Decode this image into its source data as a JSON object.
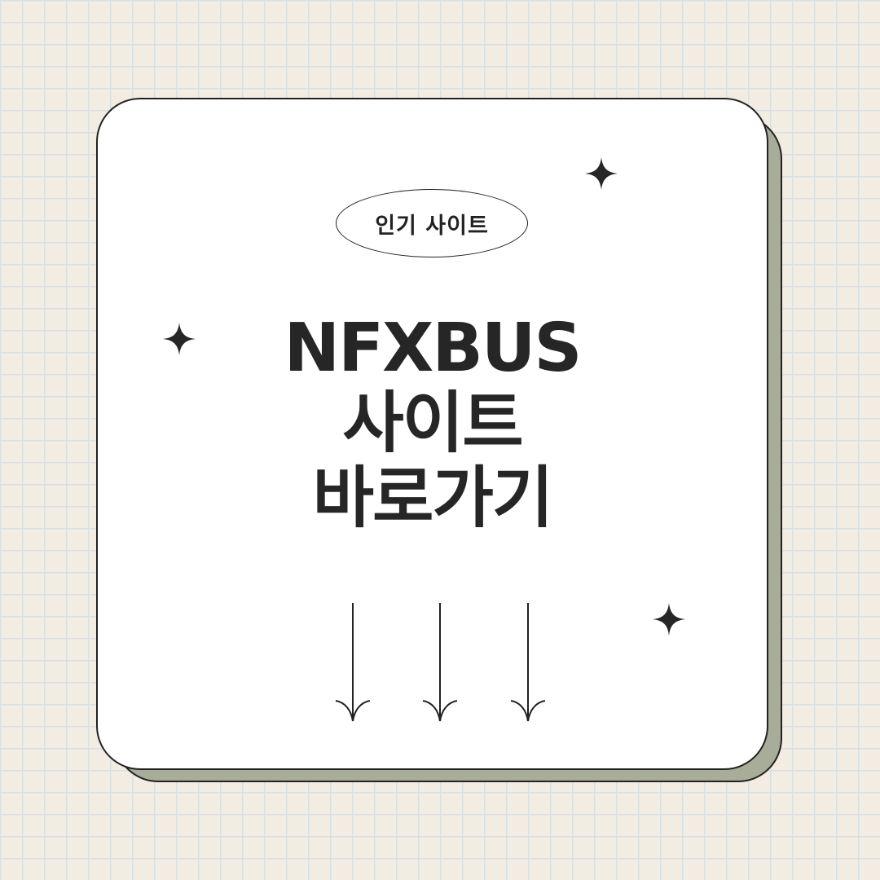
{
  "badge": {
    "label": "인기 사이트"
  },
  "headline": {
    "line1": "NFXBUS",
    "line2": "사이트",
    "line3": "바로가기"
  },
  "decorations": {
    "icons": [
      "sparkle-icon",
      "sparkle-icon",
      "sparkle-icon",
      "arrow-down-icon",
      "arrow-down-icon",
      "arrow-down-icon"
    ],
    "colors": {
      "background": "#f3ece3",
      "grid": "#d8e0e3",
      "card": "#ffffff",
      "card_shadow": "#a7ad99",
      "ink": "#222222"
    }
  }
}
